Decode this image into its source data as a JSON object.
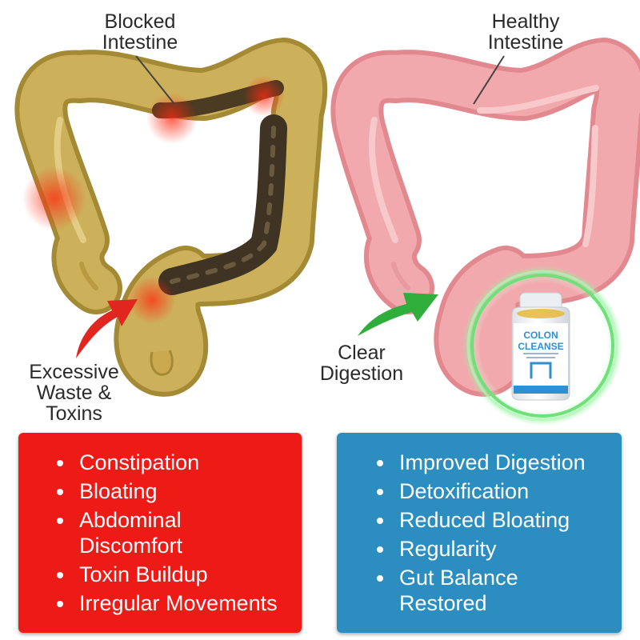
{
  "labels": {
    "blocked": "Blocked\nIntestine",
    "healthy": "Healthy\nIntestine",
    "waste": "Excessive\nWaste &\nToxins",
    "clear": "Clear\nDigestion"
  },
  "bottle": {
    "brand_line1": "COLON",
    "brand_line2": "CLEANSE"
  },
  "problems": [
    "Constipation",
    "Bloating",
    "Abdominal Discomfort",
    "Toxin Buildup",
    "Irregular Movements"
  ],
  "benefits": [
    "Improved Digestion",
    "Detoxification",
    "Reduced Bloating",
    "Regularity",
    "Gut Balance Restored"
  ],
  "colors": {
    "problem_panel": "#ee1a16",
    "benefit_panel": "#2b8dc0",
    "blocked_intestine": "#c9ad50",
    "healthy_intestine": "#f0a3a7",
    "red_arrow": "#e0261f",
    "green_arrow": "#2fae3c",
    "glow_ring": "#6fe07a"
  }
}
